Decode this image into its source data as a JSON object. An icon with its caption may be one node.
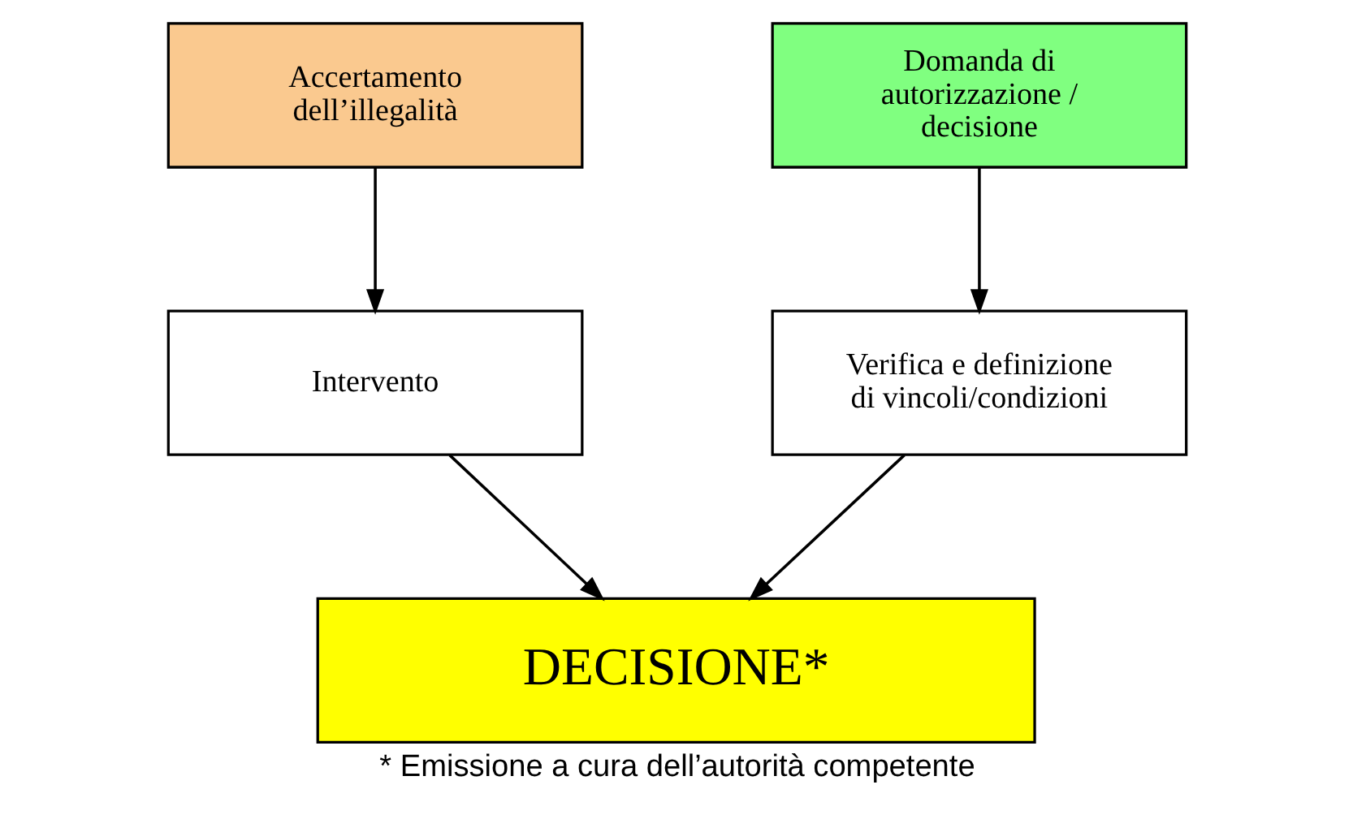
{
  "diagram": {
    "caption": "* Emissione a cura dell’autorità competente",
    "nodes": [
      {
        "text": [
          "Accertamento dell’illegalità"
        ]
      },
      {
        "text": [
          "Domanda di autorizzazione / decisione"
        ]
      },
      {
        "text": [
          "Intervento"
        ]
      },
      {
        "text": [
          "Verifica e definizione di vincoli/condizioni"
        ]
      },
      {
        "text": [
          "DECISIONE*"
        ]
      }
    ],
    "edges": [
      {
        "from": 0,
        "to": 2,
        "arrow": "to"
      },
      {
        "from": 1,
        "to": 3,
        "arrow": "to"
      },
      {
        "from": 2,
        "to": 4,
        "arrow": "to"
      },
      {
        "from": 3,
        "to": 4,
        "arrow": "to"
      }
    ]
  }
}
